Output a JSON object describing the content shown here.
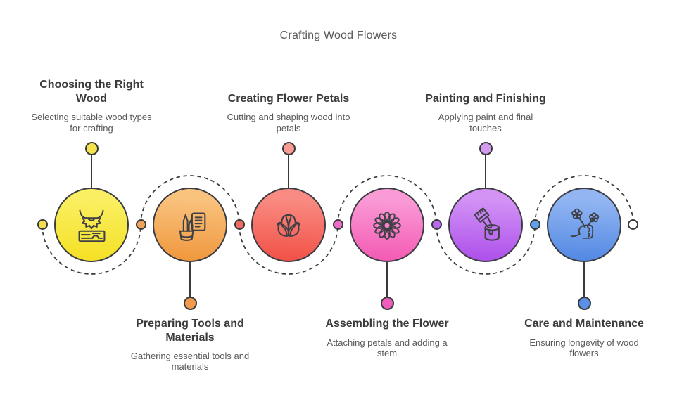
{
  "title": "Crafting Wood Flowers",
  "colors": {
    "background": "#ffffff",
    "outline": "#3a3a3a",
    "icon_stroke": "#3f3f46",
    "heading_text": "#3b3b3b",
    "body_text": "#585858",
    "title_text": "#575757",
    "end_dot_fill": "#ffffff"
  },
  "steps": [
    {
      "label": "Choosing the Right Wood",
      "description": "Selecting suitable wood types for crafting",
      "label_position": "top",
      "icon": "saw-blade-and-plank-icon",
      "colors": {
        "circle_top": "#faef62",
        "circle_bottom": "#f5e126",
        "stem_dot": "#f4e34c",
        "path_dot": "#f2df4e"
      }
    },
    {
      "label": "Preparing Tools and Materials",
      "description": "Gathering essential tools and materials",
      "label_position": "bottom",
      "icon": "tools-pot-and-checklist-icon",
      "colors": {
        "circle_top": "#f9c27d",
        "circle_bottom": "#f0993f",
        "stem_dot": "#ef9a4d",
        "path_dot": "#f0a259"
      }
    },
    {
      "label": "Creating Flower Petals",
      "description": "Cutting and shaping wood into petals",
      "label_position": "top",
      "icon": "wooden-rose-icon",
      "colors": {
        "circle_top": "#f98b82",
        "circle_bottom": "#f25348",
        "stem_dot": "#f89b93",
        "path_dot": "#f26b62"
      }
    },
    {
      "label": "Assembling the Flower",
      "description": "Attaching petals and adding a stem",
      "label_position": "bottom",
      "icon": "daisy-flower-icon",
      "colors": {
        "circle_top": "#fa9bd6",
        "circle_bottom": "#f45cb4",
        "stem_dot": "#ef5ebd",
        "path_dot": "#ee6bcb"
      }
    },
    {
      "label": "Painting and Finishing",
      "description": "Applying paint and final touches",
      "label_position": "top",
      "icon": "paintbrush-and-can-icon",
      "colors": {
        "circle_top": "#d393f5",
        "circle_bottom": "#ae52eb",
        "stem_dot": "#d29bf0",
        "path_dot": "#b76aee"
      }
    },
    {
      "label": "Care and Maintenance",
      "description": "Ensuring longevity of wood flowers",
      "label_position": "bottom",
      "icon": "hand-holding-flowers-icon",
      "colors": {
        "circle_top": "#93b6f2",
        "circle_bottom": "#548ae4",
        "stem_dot": "#5b90e7",
        "path_dot": "#64a0ea"
      }
    }
  ]
}
